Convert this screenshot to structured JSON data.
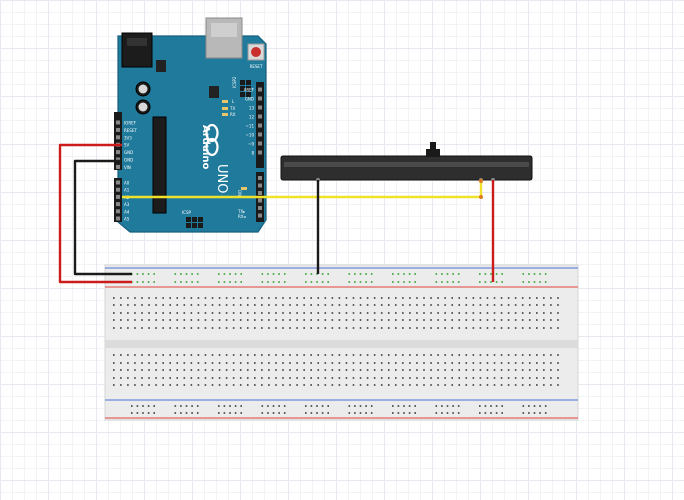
{
  "board": {
    "name": "Arduino",
    "model": "UNO",
    "icsp_label": "ICSP",
    "icsp2_label": "ICSP2",
    "reset_label": "RESET",
    "power_pins": [
      "IOREF",
      "RESET",
      "3V3",
      "5V",
      "GND",
      "GND",
      "VIN"
    ],
    "analog_pins": [
      "A0",
      "A1",
      "A2",
      "A3",
      "A4",
      "A5"
    ],
    "digital_pins": [
      "AREF",
      "GND",
      "13",
      "12",
      "~11",
      "~10",
      "~9",
      "8"
    ],
    "led_labels": [
      "L",
      "TX",
      "RX"
    ],
    "on_label": "ON",
    "tx_label": "TX▸",
    "rx_label": "RX◂",
    "colors": {
      "pcb": "#1f7a9c",
      "pcb_dark": "#175f7a"
    }
  },
  "slider": {
    "name": "slide potentiometer"
  },
  "wires": {
    "colors": {
      "power": "#cc1b1b",
      "ground": "#1a1a1a",
      "signal": "#f0e12a"
    }
  },
  "breadboard": {
    "rail_colors": {
      "positive": "#e0453d",
      "negative": "#4a6fd8"
    },
    "hole_color": "#3a3a3a",
    "active_hole_color": "#2fa32f"
  }
}
